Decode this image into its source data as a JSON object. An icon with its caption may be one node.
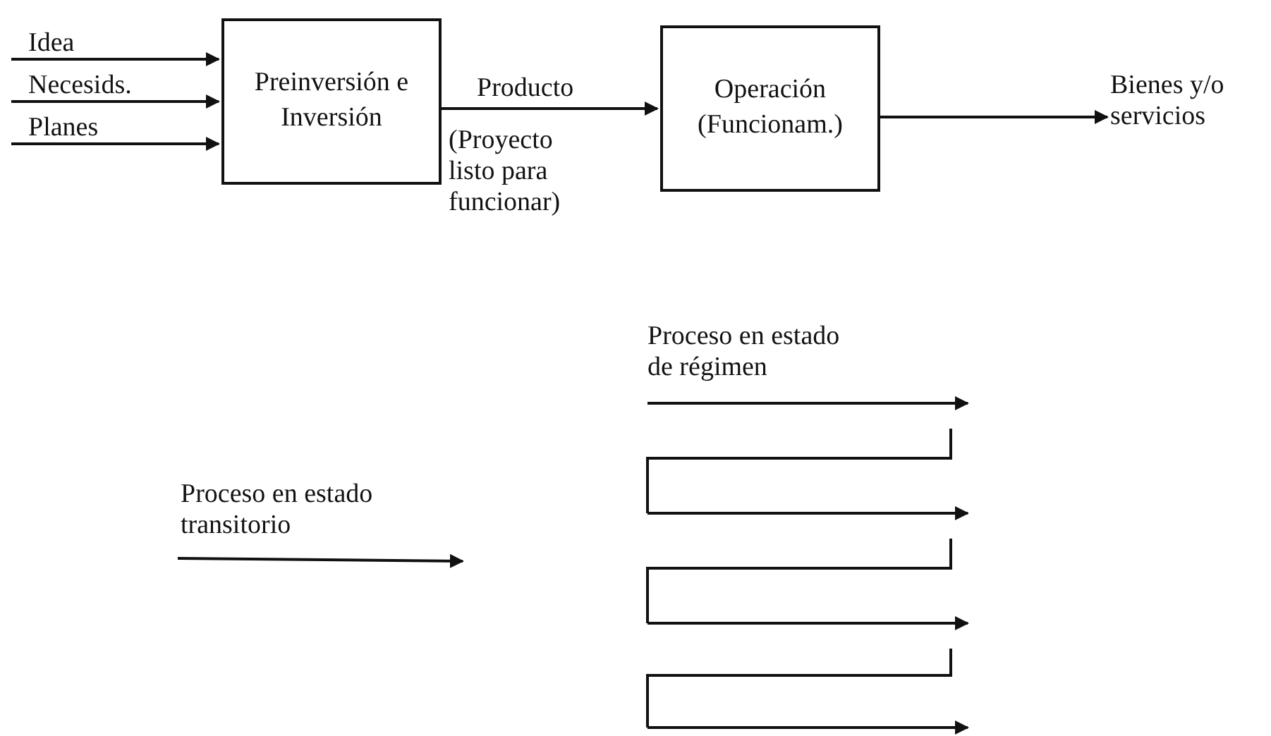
{
  "diagram": {
    "nodes": [
      {
        "text": [
          "Idea"
        ]
      },
      {
        "text": [
          "Necesids."
        ]
      },
      {
        "text": [
          "Planes"
        ]
      },
      {
        "text": [
          "Preinversión e Inversión"
        ]
      },
      {
        "text": [
          "Operación (Funcionam.)"
        ]
      },
      {
        "text": [
          "Bienes y/o servicios"
        ]
      }
    ],
    "edges": [
      {
        "from": 0,
        "to": 3,
        "arrow": "to"
      },
      {
        "from": 1,
        "to": 3,
        "arrow": "to"
      },
      {
        "from": 2,
        "to": 3,
        "arrow": "to"
      },
      {
        "from": 3,
        "to": 4,
        "label": "Producto",
        "arrow": "to"
      },
      {
        "from": 4,
        "to": 5,
        "arrow": "to"
      }
    ],
    "labels": [
      "(Proyecto listo para funcionar)",
      "Proceso en estado de régimen",
      "Proceso en estado transitorio"
    ]
  }
}
